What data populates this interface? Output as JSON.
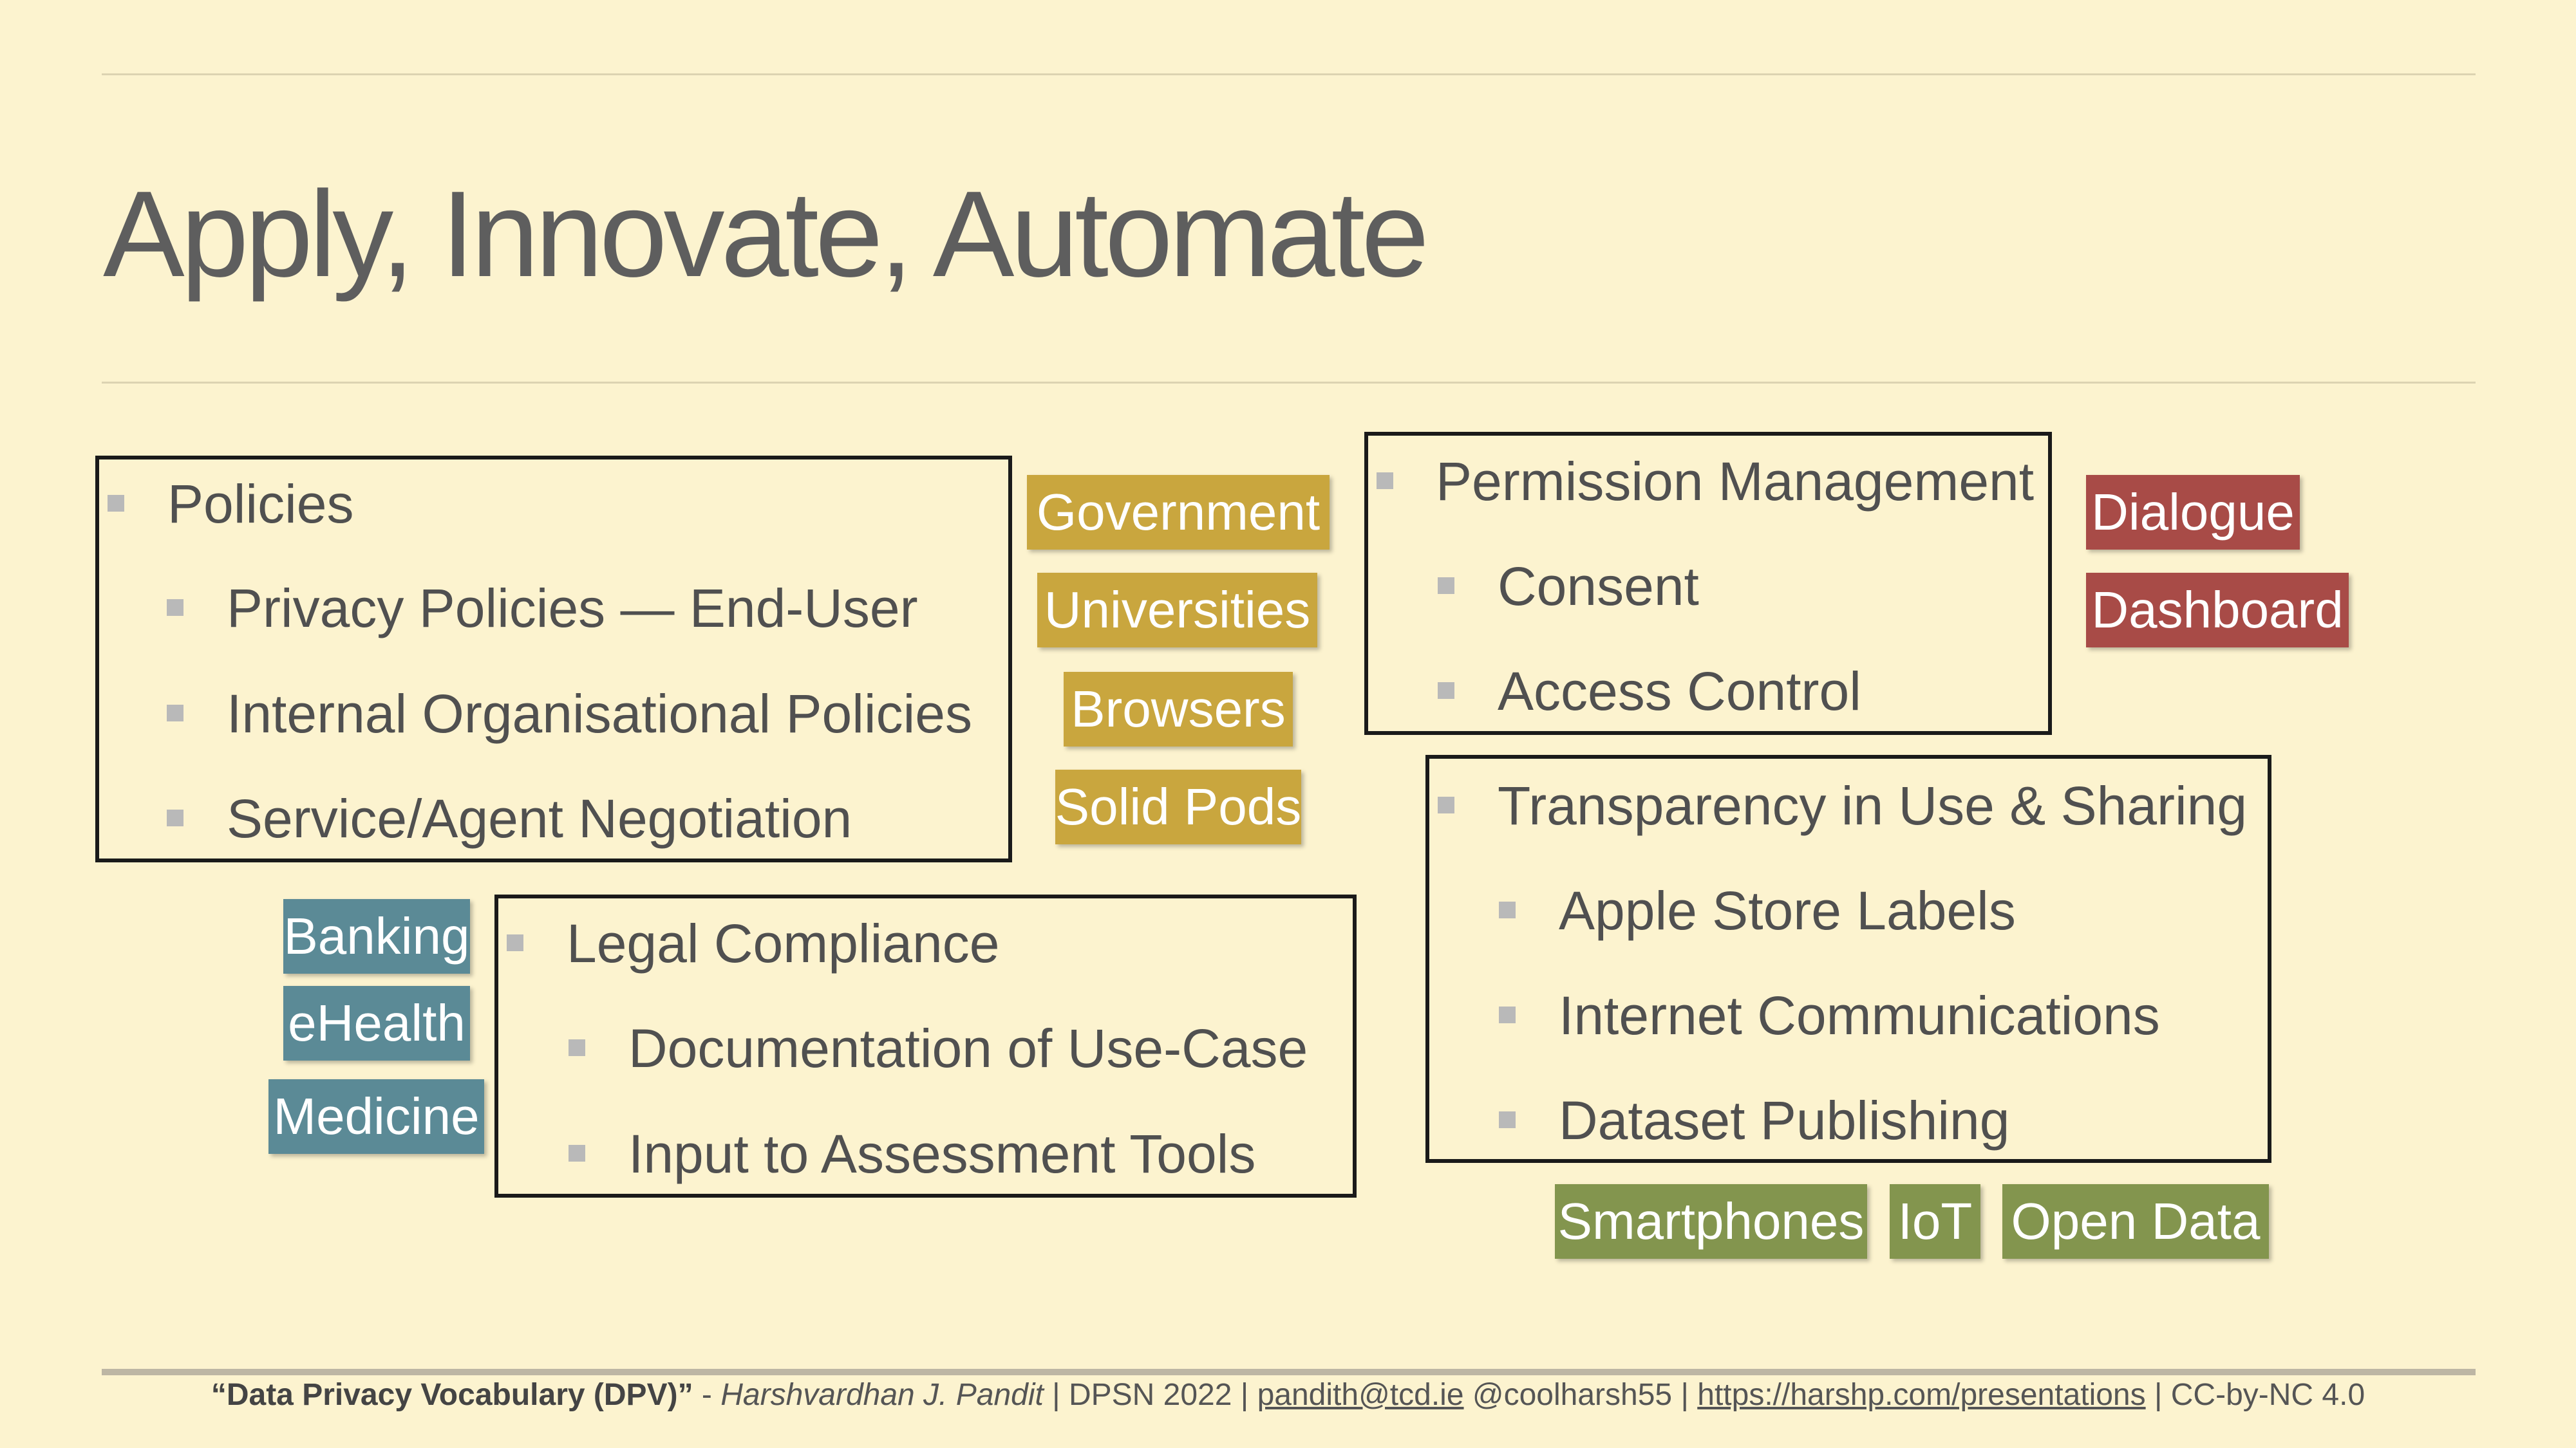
{
  "title": "Apply, Innovate, Automate",
  "groups": {
    "policies": {
      "heading": "Policies",
      "items": [
        "Privacy Policies — End-User",
        "Internal Organisational Policies",
        "Service/Agent Negotiation"
      ]
    },
    "legal": {
      "heading": "Legal Compliance",
      "items": [
        "Documentation of Use-Case",
        "Input to Assessment Tools"
      ]
    },
    "permission": {
      "heading": "Permission Management",
      "items": [
        "Consent",
        "Access Control"
      ]
    },
    "transparency": {
      "heading": "Transparency in Use & Sharing",
      "items": [
        "Apple Store Labels",
        "Internet Communications",
        "Dataset Publishing"
      ]
    }
  },
  "tags": {
    "gold": [
      "Government",
      "Universities",
      "Browsers",
      "Solid Pods"
    ],
    "red": [
      "Dialogue",
      "Dashboard"
    ],
    "teal": [
      "Banking",
      "eHealth",
      "Medicine"
    ],
    "green": [
      "Smartphones",
      "IoT",
      "Open Data"
    ]
  },
  "colors": {
    "background": "#fcf3cf",
    "gold": "#c9a63e",
    "red": "#a84b47",
    "teal": "#5b8a96",
    "green": "#83954e"
  },
  "footer": {
    "talk": "“Data Privacy Vocabulary (DPV)”",
    "dash": " - ",
    "author": "Harshvardhan J. Pandit",
    "event": " | DPSN 2022 | ",
    "email": "pandith@tcd.ie",
    "handle": " @coolharsh55 | ",
    "url": "https://harshp.com/presentations",
    "license": " | CC-by-NC 4.0"
  }
}
